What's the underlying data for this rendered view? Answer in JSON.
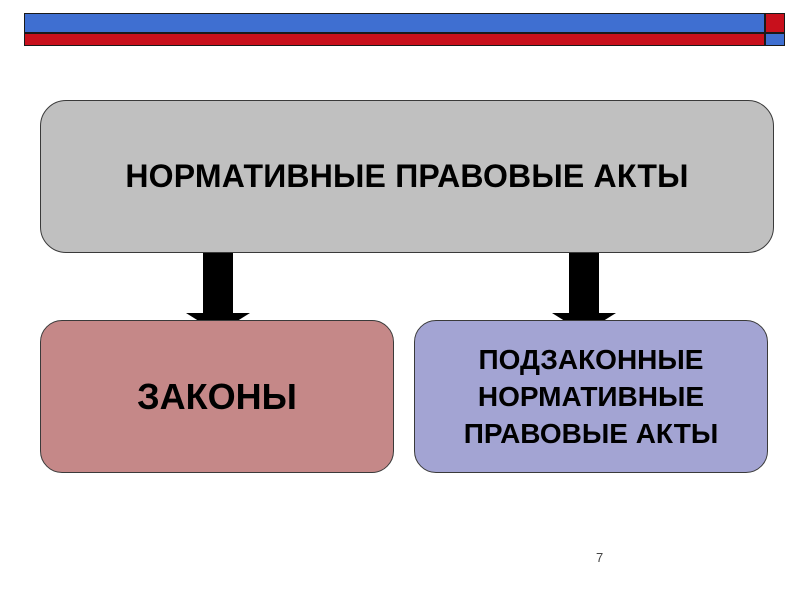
{
  "slide": {
    "page_number": "7",
    "colors": {
      "header_blue": "#3f6fd1",
      "header_red": "#c8101c",
      "main_box": "#c0c0c0",
      "laws_box": "#c58888",
      "bylaws_box": "#a3a4d3",
      "arrow": "#000000"
    }
  },
  "diagram": {
    "root": {
      "label": "НОРМАТИВНЫЕ ПРАВОВЫЕ АКТЫ"
    },
    "children": [
      {
        "label": "ЗАКОНЫ"
      },
      {
        "lines": [
          "ПОДЗАКОННЫЕ",
          "НОРМАТИВНЫЕ",
          "ПРАВОВЫЕ АКТЫ"
        ]
      }
    ]
  }
}
